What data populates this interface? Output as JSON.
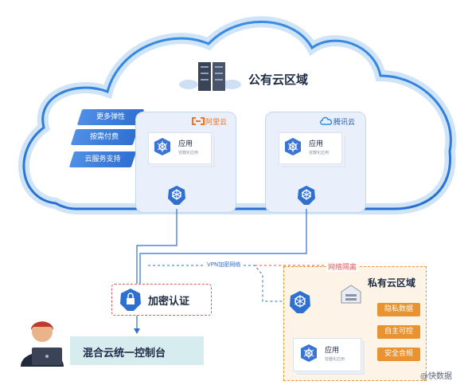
{
  "public_cloud": {
    "title": "公有云区域",
    "tags": [
      "更多弹性",
      "按需付费",
      "云服务支持"
    ],
    "providers": [
      {
        "name": "阿里云",
        "app_title": "应用",
        "app_subtitle": "容器化应用"
      },
      {
        "name": "腾讯云",
        "app_title": "应用",
        "app_subtitle": "容器化应用"
      }
    ]
  },
  "vpn_label": "VPN加密网络",
  "auth_label": "加密认证",
  "console_label": "混合云统一控制台",
  "private_cloud": {
    "isolation_label": "网络隔离",
    "title": "私有云区域",
    "badges": [
      "隐私数据",
      "自主可控",
      "安全合规"
    ],
    "app_title": "应用",
    "app_subtitle": "容器化应用"
  },
  "watermark": "@快数据",
  "colors": {
    "cloud_border": "#2b78d8",
    "accent_orange": "#e8932f",
    "k8s_blue": "#2f6fd0"
  }
}
